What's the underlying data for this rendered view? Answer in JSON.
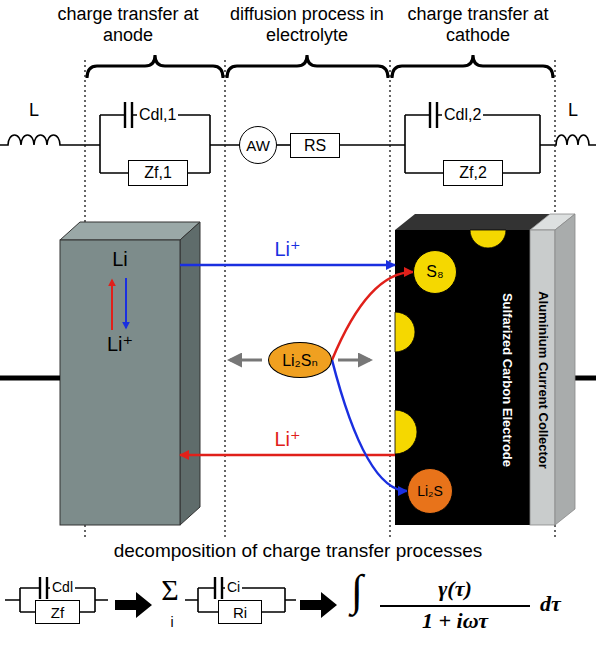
{
  "diagram": {
    "nodes": [
      {
        "text": [
          "Zf,1"
        ]
      },
      {
        "text": [
          "AW"
        ]
      },
      {
        "text": [
          "RS"
        ]
      },
      {
        "text": [
          "Zf,2"
        ]
      },
      {
        "text": [
          "Li",
          "Li⁺"
        ]
      },
      {
        "text": [
          "Li₂Sₙ"
        ]
      },
      {
        "text": [
          "Sulfarized Carbon Electrode"
        ]
      },
      {
        "text": [
          "S₈"
        ],
        "in": 6
      },
      {
        "text": [
          "Li₂S"
        ],
        "in": 6
      },
      {
        "text": [
          "Aluminium Current Collector"
        ]
      },
      {
        "text": [
          "Zf"
        ]
      },
      {
        "text": [
          "Ri"
        ]
      }
    ],
    "edges": [
      {
        "from": 1,
        "to": 2,
        "arrow": "none"
      },
      {
        "from": 4,
        "to": 6,
        "arrow": "to",
        "label": "Li⁺"
      },
      {
        "from": 6,
        "to": 4,
        "arrow": "to",
        "label": "Li⁺"
      },
      {
        "from": 5,
        "to": 7,
        "arrow": "to"
      },
      {
        "from": 5,
        "to": 8,
        "arrow": "to"
      }
    ],
    "labels": [
      "charge transfer at anode",
      "diffusion process in electrolyte",
      "charge transfer at cathode",
      "L",
      "Cdl,1",
      "Cdl,2",
      "L",
      "decomposition of charge transfer processes",
      "Cdl",
      "Ci",
      "Σ",
      "i",
      "∫",
      "γ(τ)",
      "1 + iωτ",
      "dτ"
    ]
  }
}
